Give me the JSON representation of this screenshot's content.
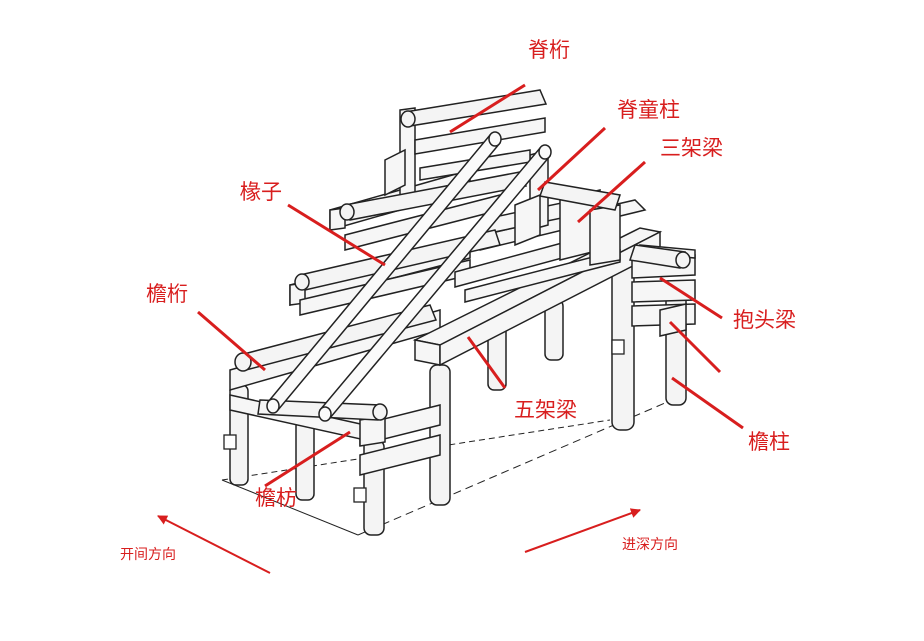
{
  "labels": {
    "ridge_purlin": "脊桁",
    "ridge_post": "脊童柱",
    "three_rafter_beam": "三架梁",
    "rafter": "椽子",
    "eave_purlin": "檐桁",
    "head_beam": "抱头梁",
    "five_rafter_beam": "五架梁",
    "eave_column": "檐柱",
    "eave_tie_beam": "檐枋"
  },
  "directions": {
    "bay": "开间方向",
    "depth": "进深方向"
  },
  "colors": {
    "label_red": "#d81e1e",
    "line_black": "#222222",
    "timber_fill": "#f4f4f4"
  }
}
